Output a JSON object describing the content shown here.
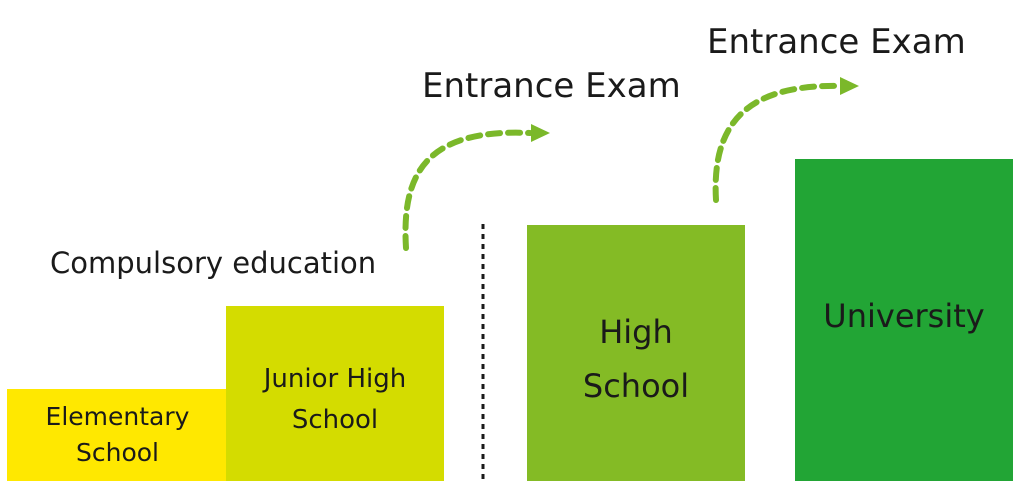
{
  "annotations": {
    "compulsory": "Compulsory education",
    "exam_1": "Entrance Exam",
    "exam_2": "Entrance Exam"
  },
  "stages": {
    "elementary": {
      "line1": "Elementary",
      "line2": "School",
      "color": "#ffe800"
    },
    "junior_high": {
      "line1": "Junior High",
      "line2": "School",
      "color": "#d4dc00"
    },
    "high_school": {
      "line1": "High",
      "line2": "School",
      "color": "#84bb25"
    },
    "university": {
      "line1": "University",
      "color": "#22a535"
    }
  },
  "colors": {
    "arrow": "#7bb82a",
    "divider": "#1a1a1a"
  }
}
